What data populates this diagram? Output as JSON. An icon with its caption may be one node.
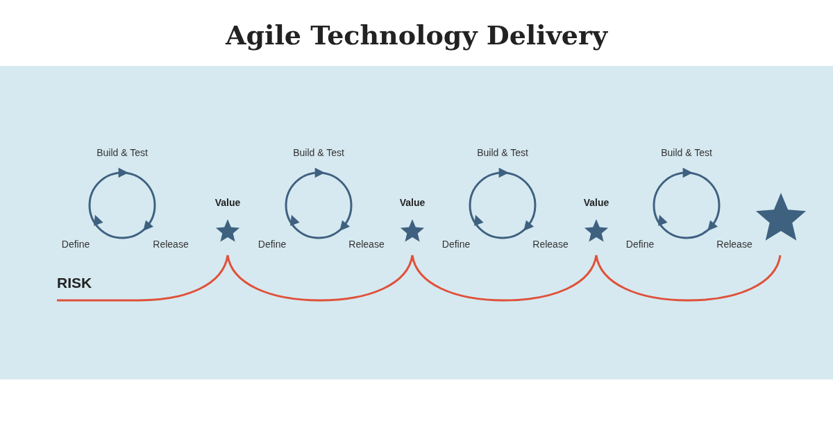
{
  "diagram": {
    "title": "Agile Technology Delivery",
    "labels": [
      "Build & Test",
      "Build & Test",
      "Build & Test",
      "Build & Test",
      "Value",
      "Value",
      "Value",
      "Define",
      "Release",
      "Define",
      "Release",
      "Define",
      "Release",
      "Define",
      "Release",
      "RISK"
    ]
  }
}
